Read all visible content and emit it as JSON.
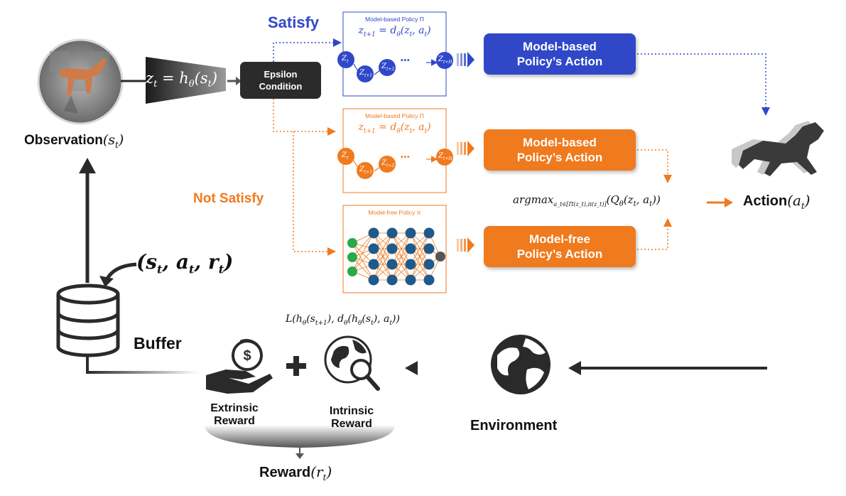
{
  "diagram": {
    "observation": {
      "label": "Observation",
      "math": "(s",
      "sub": "t",
      "close": ")"
    },
    "encoder_eq": "z",
    "encoder_eq_sub": "t",
    "encoder_eq_rest": " = h",
    "encoder_eq_theta": "θ",
    "encoder_eq_tail": "(s",
    "encoder_eq_tail_sub": "t",
    "encoder_eq_close": ")",
    "epsilon": {
      "line1": "Epsilon",
      "line2": "Condition"
    },
    "satisfy": "Satisfy",
    "not_satisfy": "Not Satisfy",
    "panels": [
      {
        "title": "Model-based Policy Π",
        "eq": "z_{t+1} = d_θ(z_t, a_t)",
        "color": "#3048c8"
      },
      {
        "title": "Model-based Policy Π",
        "eq": "z_{t+1} = d_θ(z_t, a_t)",
        "color": "#f07a1e"
      },
      {
        "title": "Model-free Policy π",
        "color": "#f07a1e"
      }
    ],
    "panel_eq": {
      "z": "z",
      "sub1": "t+1",
      "mid": " = d",
      "theta": "θ",
      "args": "(z",
      "sub2": "t",
      "comma": ", a",
      "sub3": "t",
      "close": ")"
    },
    "nodes": {
      "z1": "Z",
      "z1_sub": "t",
      "z2": "Z",
      "z2_sub": "t+1",
      "z3": "Z",
      "z3_sub": "t+2",
      "z4": "Z",
      "z4_sub": "t+H",
      "dots": "•••"
    },
    "actions": {
      "mb_blue": {
        "line1": "Model-based",
        "line2": "Policy’s Action"
      },
      "mb_orange": {
        "line1": "Model-based",
        "line2": "Policy’s Action"
      },
      "mf_orange": {
        "line1": "Model-free",
        "line2": "Policy’s Action"
      }
    },
    "argmax": "argmax",
    "argmax_sub": "a_t∈[Π(z_t),π(z_t)]",
    "argmax_body": "(Q",
    "argmax_theta": "θ",
    "argmax_args": "(z",
    "argmax_t1": "t",
    "argmax_comma": ", a",
    "argmax_t2": "t",
    "argmax_close": "))",
    "action": {
      "label": "Action",
      "math": "(a",
      "sub": "t",
      "close": ")"
    },
    "tuple": {
      "open": "(s",
      "s_sub": "t",
      "a": ", a",
      "a_sub": "t",
      "r": ", r",
      "r_sub": "t",
      "close": ")"
    },
    "buffer": "Buffer",
    "loss": {
      "text": "L(h",
      "theta1": "θ",
      "arg1": "(s",
      "sub1": "t+1",
      "mid": "), d",
      "theta2": "θ",
      "mid2": "(h",
      "theta3": "θ",
      "arg2": "(s",
      "sub2": "t",
      "end": "), a",
      "sub3": "t",
      "close": "))"
    },
    "plus": "+",
    "extrinsic": {
      "line1": "Extrinsic",
      "line2": "Reward"
    },
    "intrinsic": {
      "line1": "Intrinsic",
      "line2": "Reward"
    },
    "environment": "Environment",
    "reward": {
      "label": "Reward",
      "math": "(r",
      "sub": "t",
      "close": ")"
    },
    "dollar": "$"
  },
  "colors": {
    "blue": "#3048c8",
    "orange": "#f07a1e",
    "dark": "#2a2a2a",
    "network_blue": "#1f5a8a",
    "network_green": "#2aa84a",
    "network_out": "#555555"
  }
}
